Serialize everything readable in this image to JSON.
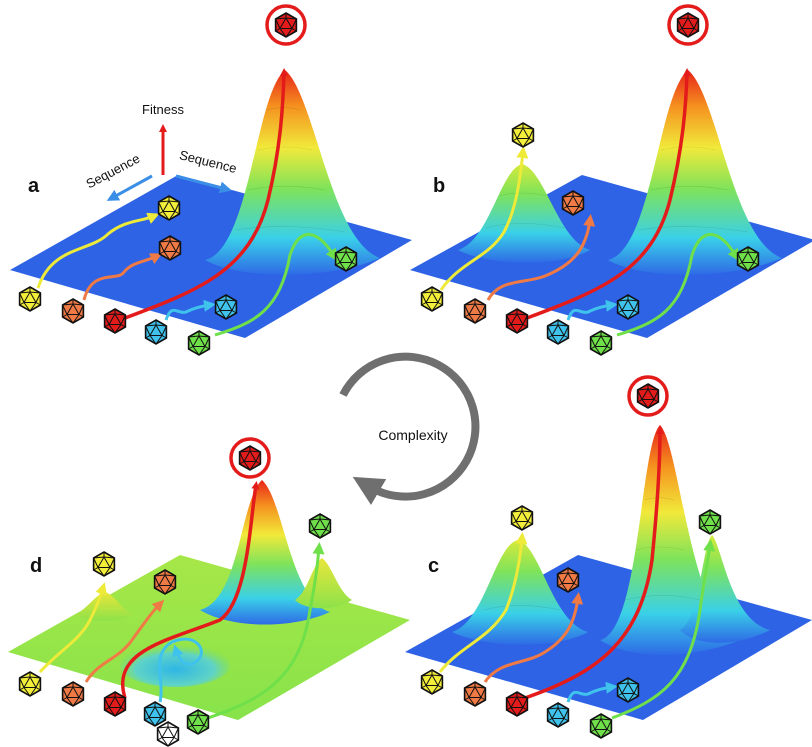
{
  "panels": [
    {
      "id": "a",
      "letter": "a"
    },
    {
      "id": "b",
      "letter": "b"
    },
    {
      "id": "c",
      "letter": "c"
    },
    {
      "id": "d",
      "letter": "d"
    }
  ],
  "axis": {
    "fitness": "Fitness",
    "sequence_left": "Sequence",
    "sequence_right": "Sequence"
  },
  "cycle": {
    "label": "Complexity"
  },
  "colors": {
    "red": "#e31b1b",
    "orange": "#f07a45",
    "yellow": "#f2ee3a",
    "cyan": "#3fc3ec",
    "green": "#6fe04a",
    "plane_blue": "#2e63e6",
    "plane_green": "#8be24a",
    "arrow_blue": "#3b8ee6",
    "cycle_gray": "#6f6f6f"
  },
  "icons": {
    "genome": "icosahedron-icon",
    "target": "target-circle-icon"
  }
}
